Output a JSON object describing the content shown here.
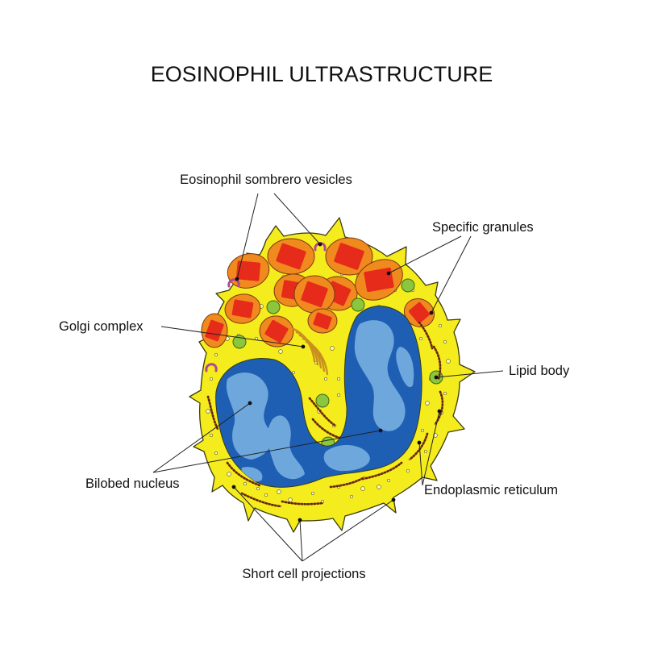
{
  "title": "EOSINOPHIL ULTRASTRUCTURE",
  "labels": {
    "sombrero": "Eosinophil sombrero vesicles",
    "specific_granules": "Specific granules",
    "golgi": "Golgi complex",
    "lipid_body": "Lipid body",
    "nucleus": "Bilobed nucleus",
    "er": "Endoplasmic reticulum",
    "projections": "Short cell projections"
  },
  "colors": {
    "cytoplasm": "#f5ec1e",
    "outline": "#3a3a10",
    "nucleus_dark": "#1e5fb4",
    "nucleus_light": "#6ea7dc",
    "granule_outer": "#f08a1e",
    "granule_inner": "#e62b1a",
    "lipid_body": "#8cc63f",
    "sombrero": "#b0488c",
    "er": "#d07820",
    "golgi": "#c8901e"
  }
}
